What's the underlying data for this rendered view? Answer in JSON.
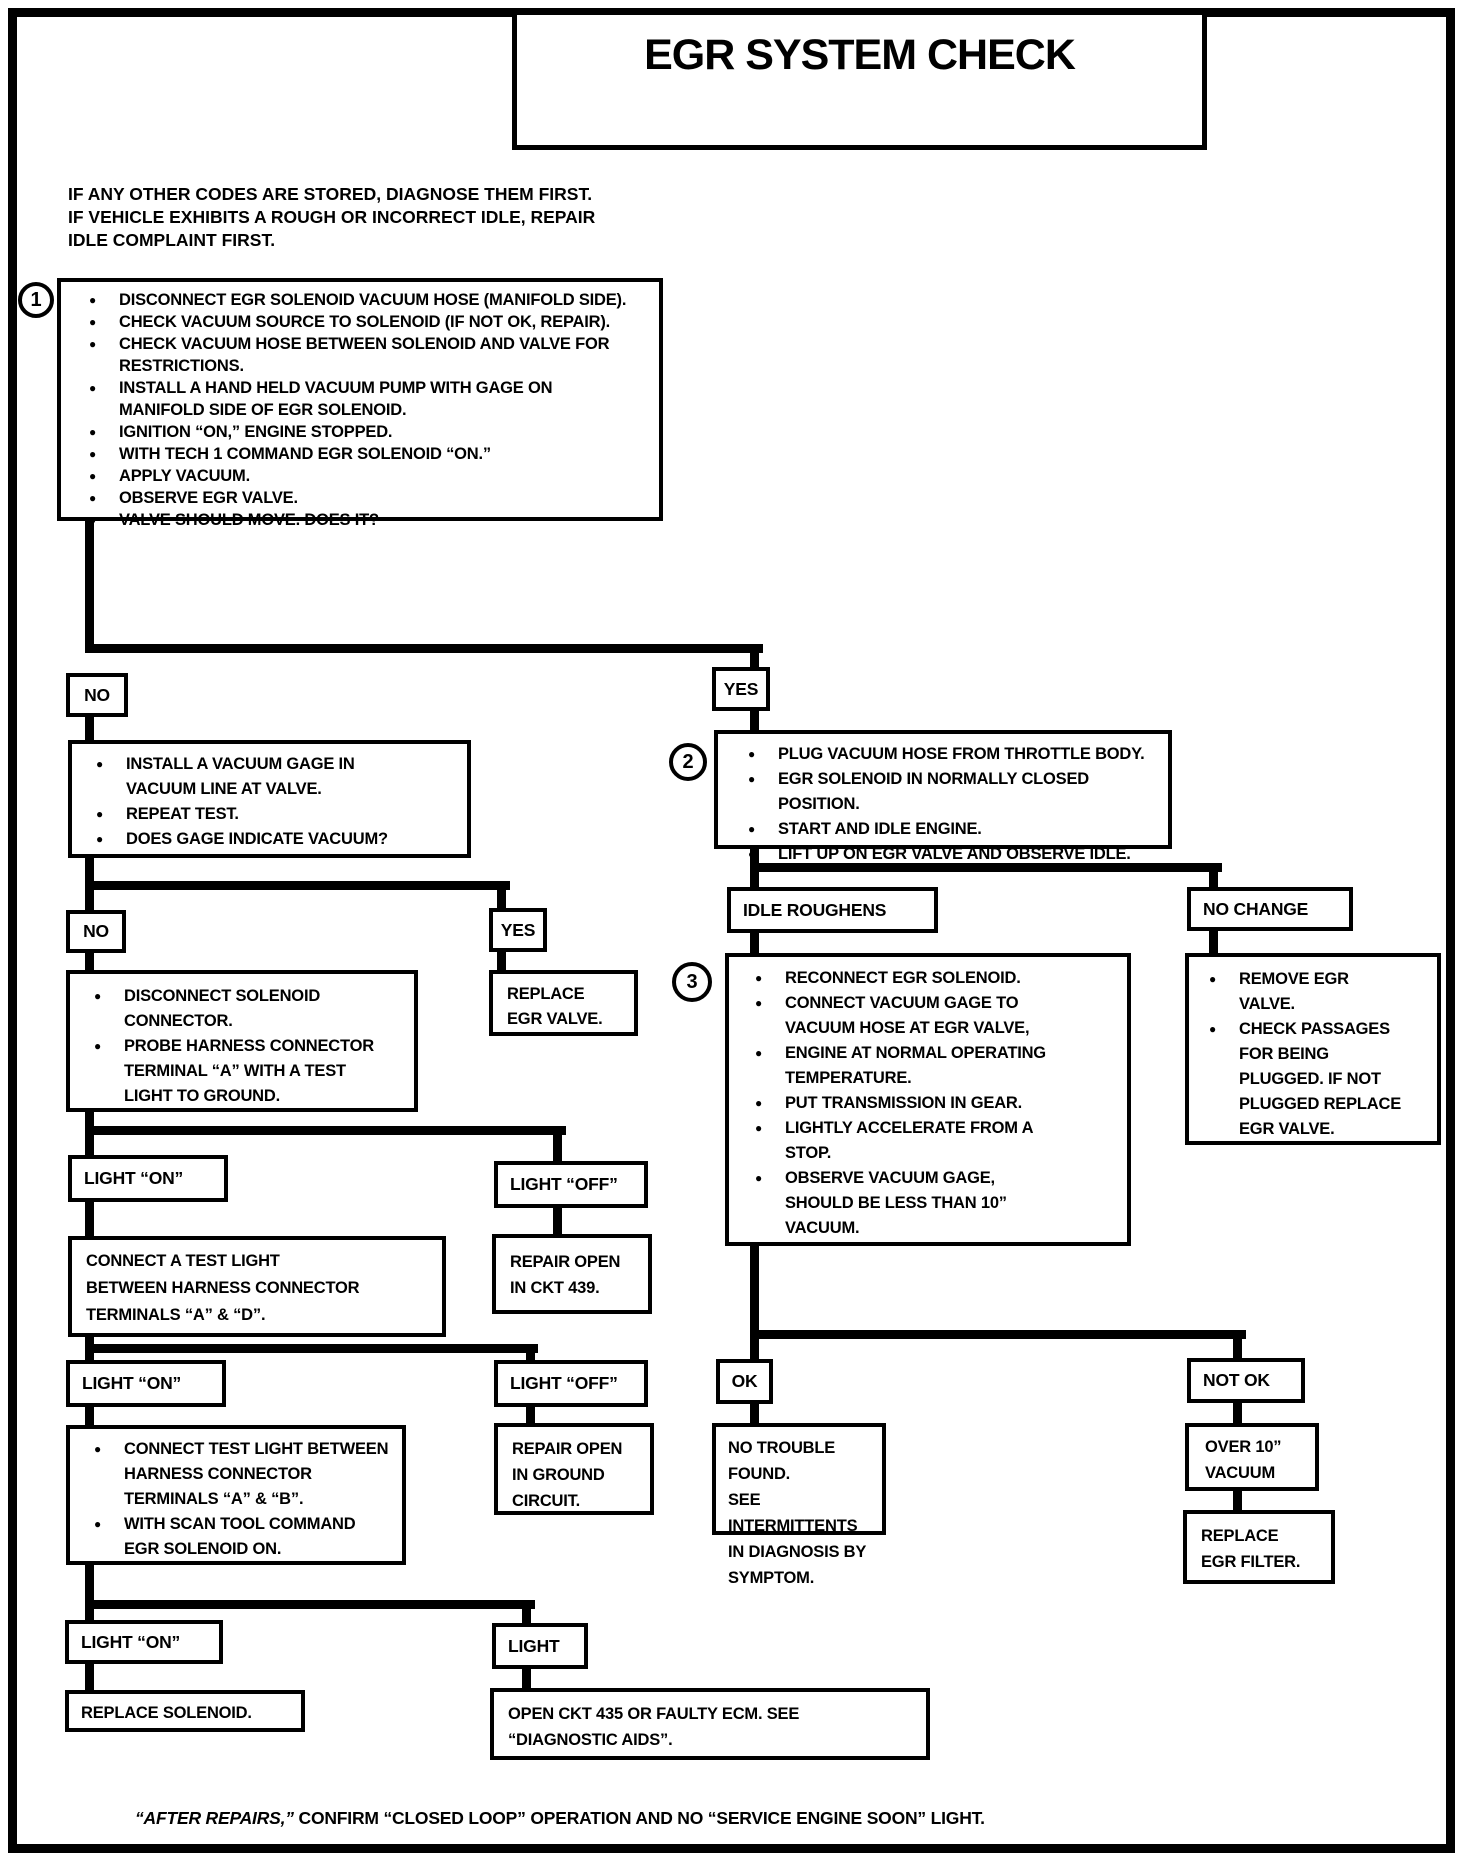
{
  "title": "EGR SYSTEM CHECK",
  "intro": "IF ANY OTHER CODES ARE STORED, DIAGNOSE THEM FIRST.\nIF VEHICLE EXHIBITS A ROUGH OR INCORRECT IDLE, REPAIR\nIDLE COMPLAINT FIRST.",
  "colors": {
    "ink": "#000000",
    "paper": "#ffffff"
  },
  "steps": {
    "step1": {
      "number": "1",
      "bullets": [
        "DISCONNECT EGR SOLENOID VACUUM HOSE (MANIFOLD SIDE).",
        "CHECK VACUUM SOURCE TO SOLENOID (IF NOT OK, REPAIR).",
        "CHECK VACUUM HOSE BETWEEN SOLENOID AND VALVE FOR\nRESTRICTIONS.",
        "INSTALL A HAND HELD VACUUM PUMP WITH GAGE ON\nMANIFOLD SIDE OF EGR SOLENOID.",
        "IGNITION “ON,” ENGINE STOPPED.",
        "WITH TECH 1 COMMAND EGR SOLENOID “ON.”",
        "APPLY VACUUM.",
        "OBSERVE EGR VALVE.",
        "VALVE SHOULD MOVE.  DOES IT?"
      ]
    },
    "step2": {
      "number": "2",
      "bullets": [
        "PLUG VACUUM HOSE FROM THROTTLE BODY.",
        "EGR SOLENOID IN NORMALLY CLOSED POSITION.",
        "START AND IDLE ENGINE.",
        "LIFT UP ON EGR VALVE AND OBSERVE IDLE."
      ]
    },
    "step3": {
      "number": "3",
      "bullets": [
        "RECONNECT EGR SOLENOID.",
        "CONNECT VACUUM GAGE TO\nVACUUM HOSE AT EGR VALVE,",
        "ENGINE AT NORMAL OPERATING\nTEMPERATURE.",
        "PUT TRANSMISSION IN GEAR.",
        "LIGHTLY ACCELERATE FROM A\nSTOP.",
        "OBSERVE VACUUM GAGE,\nSHOULD BE LESS THAN 10”\nVACUUM."
      ]
    }
  },
  "labels": {
    "no1": "NO",
    "yes1": "YES",
    "no2": "NO",
    "yes2": "YES",
    "idle_roughens": "IDLE ROUGHENS",
    "no_change": "NO CHANGE",
    "light_on_1": "LIGHT “ON”",
    "light_off_1": "LIGHT “OFF”",
    "light_on_2": "LIGHT “ON”",
    "light_off_2": "LIGHT “OFF”",
    "light_on_3": "LIGHT “ON”",
    "light_3": "LIGHT",
    "ok": "OK",
    "not_ok": "NOT OK"
  },
  "boxes": {
    "vacuum_gage": {
      "bullets": [
        "INSTALL A VACUUM GAGE IN\nVACUUM LINE AT VALVE.",
        "REPEAT TEST.",
        "DOES GAGE INDICATE VACUUM?"
      ]
    },
    "disconnect_solenoid": {
      "bullets": [
        "DISCONNECT SOLENOID\nCONNECTOR.",
        "PROBE HARNESS CONNECTOR\nTERMINAL “A” WITH A TEST\nLIGHT TO GROUND."
      ]
    },
    "replace_egr_valve": "REPLACE\nEGR VALVE.",
    "remove_egr": {
      "bullets": [
        "REMOVE EGR\nVALVE.",
        "CHECK PASSAGES\nFOR BEING\nPLUGGED.  IF NOT\nPLUGGED REPLACE\nEGR VALVE."
      ]
    },
    "connect_test_light_ad": "CONNECT A TEST LIGHT\nBETWEEN HARNESS CONNECTOR\nTERMINALS “A” & “D”.",
    "repair_ckt439": "REPAIR OPEN\nIN CKT 439.",
    "test_light_ab": {
      "bullets": [
        "CONNECT TEST LIGHT BETWEEN\nHARNESS CONNECTOR\nTERMINALS “A” & “B”.",
        "WITH SCAN TOOL COMMAND\nEGR SOLENOID ON."
      ]
    },
    "repair_ground": "REPAIR OPEN\nIN GROUND\nCIRCUIT.",
    "no_trouble": "NO TROUBLE FOUND.\nSEE INTERMITTENTS\nIN DIAGNOSIS BY\nSYMPTOM.",
    "over_vacuum": "OVER 10”\nVACUUM",
    "replace_filter": "REPLACE\nEGR FILTER.",
    "replace_solenoid": "REPLACE SOLENOID.",
    "open_ckt435": "OPEN CKT 435 OR FAULTY ECM.  SEE\n“DIAGNOSTIC AIDS”."
  },
  "footer": {
    "italic": "“AFTER REPAIRS,”",
    "rest": " CONFIRM “CLOSED LOOP” OPERATION AND NO “SERVICE ENGINE SOON” LIGHT."
  }
}
